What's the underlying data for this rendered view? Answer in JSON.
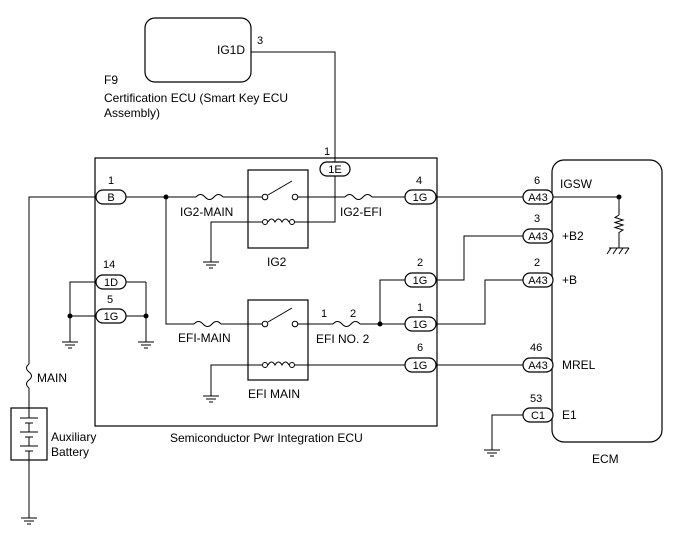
{
  "certification_ecu": {
    "code": "F9",
    "name_line1": "Certification ECU (Smart Key ECU",
    "name_line2": "Assembly)",
    "terminal": "IG1D",
    "pin": "3"
  },
  "integration_ecu": {
    "name": "Semiconductor Pwr Integration ECU",
    "connectors": [
      {
        "pin": "1",
        "conn": "1E"
      },
      {
        "pin": "1",
        "conn": "B"
      },
      {
        "pin": "4",
        "conn": "1G"
      },
      {
        "pin": "14",
        "conn": "1D"
      },
      {
        "pin": "5",
        "conn": "1G"
      },
      {
        "pin": "2",
        "conn": "1G"
      },
      {
        "pin": "1",
        "conn": "1G"
      },
      {
        "pin": "6",
        "conn": "1G"
      }
    ],
    "fuses": {
      "ig2_main": "IG2-MAIN",
      "ig2_efi": "IG2-EFI",
      "efi_main": "EFI-MAIN",
      "efi_no2": "EFI NO. 2",
      "efi_no2_pin_left": "1",
      "efi_no2_pin_right": "2"
    },
    "relays": {
      "ig2": "IG2",
      "efi_main": "EFI MAIN"
    }
  },
  "ecm": {
    "name": "ECM",
    "terminals": [
      {
        "pin": "6",
        "conn": "A43",
        "name": "IGSW"
      },
      {
        "pin": "3",
        "conn": "A43",
        "name": "+B2"
      },
      {
        "pin": "2",
        "conn": "A43",
        "name": "+B"
      },
      {
        "pin": "46",
        "conn": "A43",
        "name": "MREL"
      },
      {
        "pin": "53",
        "conn": "C1",
        "name": "E1"
      }
    ]
  },
  "main_fuse": "MAIN",
  "battery": {
    "line1": "Auxiliary",
    "line2": "Battery"
  }
}
